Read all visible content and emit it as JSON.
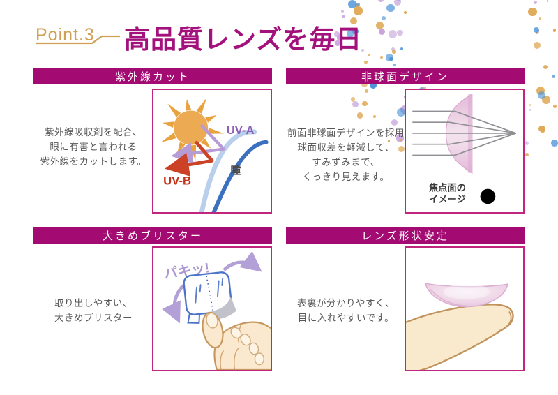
{
  "header": {
    "point_label": "Point.3",
    "title": "高品質レンズを毎日"
  },
  "panels": [
    {
      "title": "紫外線カット",
      "lines": [
        "紫外線吸収剤を配合、",
        "眼に有害と言われる",
        "紫外線をカットします。"
      ],
      "labels": {
        "uva": "UV-A",
        "uvb": "UV-B",
        "pupil": "瞳"
      }
    },
    {
      "title": "非球面デザイン",
      "lines": [
        "前面非球面デザインを採用",
        "球面収差を軽減して、",
        "すみずみまで、",
        "くっきり見えます。"
      ],
      "labels": {
        "focal_line1": "焦点面の",
        "focal_line2": "イメージ"
      }
    },
    {
      "title": "大きめブリスター",
      "lines": [
        "取り出しやすい、",
        "大きめブリスター"
      ],
      "labels": {
        "snap": "パキッ!"
      }
    },
    {
      "title": "レンズ形状安定",
      "lines": [
        "表裏が分かりやすく、",
        "目に入れやすいです。"
      ]
    }
  ],
  "colors": {
    "band_magenta": "#a30b72",
    "box_border": "#c0267d",
    "title_magenta": "#a3117c",
    "accent_gold": "#cfa055",
    "body_gray": "#595757",
    "dot_blue": "#4a92d8",
    "dot_orange": "#dfa852",
    "dot_lavender": "#c7a3da",
    "uva_purple": "#8d60b6",
    "uvb_red": "#c03318"
  }
}
